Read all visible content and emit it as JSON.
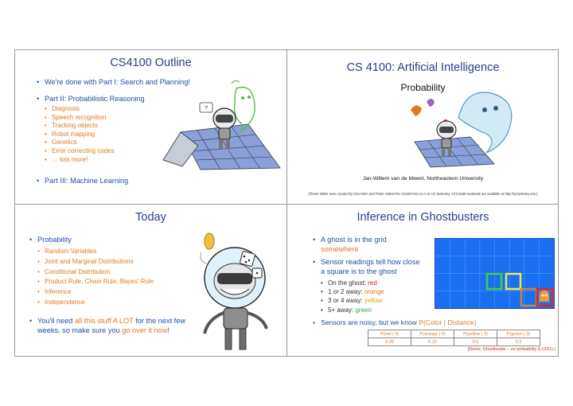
{
  "slide1": {
    "title": "CS4100 Outline",
    "part1": "We're done with Part I: Search and Planning!",
    "part2": "Part II: Probabilistic Reasoning",
    "part2_items": [
      "Diagnosis",
      "Speech recognition",
      "Tracking objects",
      "Robot mapping",
      "Genetics",
      "Error correcting codes",
      "… lots more!"
    ],
    "part3": "Part III: Machine Learning"
  },
  "slide2": {
    "title": "CS 4100: Artificial Intelligence",
    "subtitle": "Probability",
    "author": "Jan-Willem van de Meent, Northeastern University",
    "credits": "[These slides were created by Dan Klein and Pieter Abbeel for CS188 Intro to AI at UC Berkeley.  All CS188 materials are available at http://ai.berkeley.edu.]"
  },
  "slide3": {
    "title": "Today",
    "main": "Probability",
    "items": [
      "Random Variables",
      "Joint and Marginal Distributions",
      "Conditional Distribution",
      "Product Rule, Chain Rule, Bayes' Rule",
      "Inference",
      "Independence"
    ],
    "final_a": "You'll need ",
    "final_b": "all this stuff A LOT",
    "final_c": " for the next few weeks, so make sure you ",
    "final_d": "go over it now",
    "final_e": "!"
  },
  "slide4": {
    "title": "Inference in Ghostbusters",
    "b1_a": "A ghost is in the grid",
    "b1_b": "somewhere",
    "b2_a": "Sensor readings tell how close",
    "b2_b": "a square is to the ghost",
    "s1_a": "On the ghost: ",
    "s1_b": "red",
    "s2_a": "1 or 2 away: ",
    "s2_b": "orange",
    "s3_a": "3 or 4 away: ",
    "s3_b": "yellow",
    "s4_a": "5+ away: ",
    "s4_b": "green",
    "noisy_a": "Sensors are noisy, but we know ",
    "noisy_b": "P(Color | Distance)",
    "table_headers": [
      "P(red | 3)",
      "P(orange | 3)",
      "P(yellow | 3)",
      "P(green | 3)"
    ],
    "table_values": [
      "0.05",
      "0.15",
      "0.5",
      "0.3"
    ],
    "demo": "[Demo: Ghostbuster – no probability (L12D1) ]",
    "colors": {
      "grid": "#1a6ef0",
      "cell_line": "#4d95ff",
      "green": "#3fd13f",
      "yellow": "#e8e85a",
      "orange": "#c9863d",
      "red": "#e02424"
    }
  }
}
